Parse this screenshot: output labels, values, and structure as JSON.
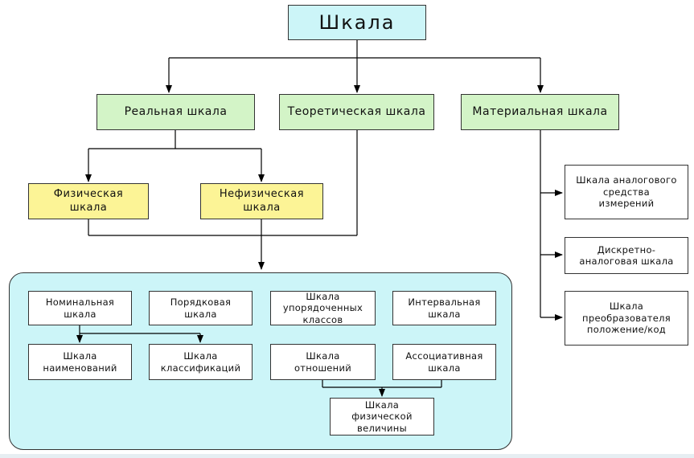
{
  "root": {
    "label": "Шкала"
  },
  "level1": {
    "real": "Реальная шкала",
    "theoretical": "Теоретическая шкала",
    "material": "Материальная шкала"
  },
  "level2": {
    "physical": "Физическая\nшкала",
    "nonphysical": "Нефизическая\nшкала"
  },
  "material_items": [
    "Шкала аналогового\nсредства\nизмерений",
    "Дискретно-\nаналоговая шкала",
    "Шкала\nпреобразователя\nположение/код"
  ],
  "panel": {
    "nominal": "Номинальная\nшкала",
    "ordinal": "Порядковая\nшкала",
    "ordered_classes": "Шкала\nупорядоченных\nклассов",
    "interval": "Интервальная\nшкала",
    "names": "Шкала\nнаименований",
    "classifications": "Шкала\nклассификаций",
    "relations": "Шкала\nотношений",
    "associative": "Ассоциативная\nшкала",
    "physical_quantity": "Шкала\nфизической\nвеличины"
  },
  "colors": {
    "root_fill": "#ccf5f8",
    "level1_fill": "#d3f4c7",
    "level2_fill": "#fcf496",
    "panel_fill": "#ccf5f8",
    "leaf_fill": "#ffffff",
    "line": "#000000"
  }
}
